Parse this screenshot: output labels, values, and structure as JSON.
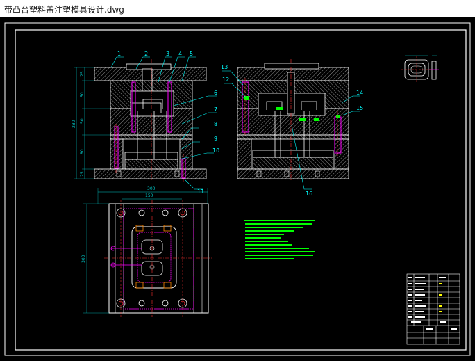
{
  "window": {
    "title": "带凸台塑料盖注塑模具设计.dwg"
  },
  "drawing": {
    "part_labels": [
      "1",
      "2",
      "3",
      "4",
      "5",
      "6",
      "7",
      "8",
      "9",
      "10",
      "11",
      "12",
      "13",
      "14",
      "15",
      "16"
    ],
    "dimensions": {
      "overall_height": "280",
      "plan_width": "300",
      "plan_inner_width": "150",
      "plan_height": "300",
      "stack_1": "25",
      "stack_2": "50",
      "stack_3": "50",
      "stack_4": "80",
      "stack_5": "25"
    }
  },
  "colors": {
    "background": "#000000",
    "lines": "#ffffff",
    "dimension": "#00c8c8",
    "leader": "#00ffff",
    "magenta": "#ff00ff",
    "green": "#00ff00",
    "red": "#ff3030",
    "yellow": "#ffff00"
  }
}
